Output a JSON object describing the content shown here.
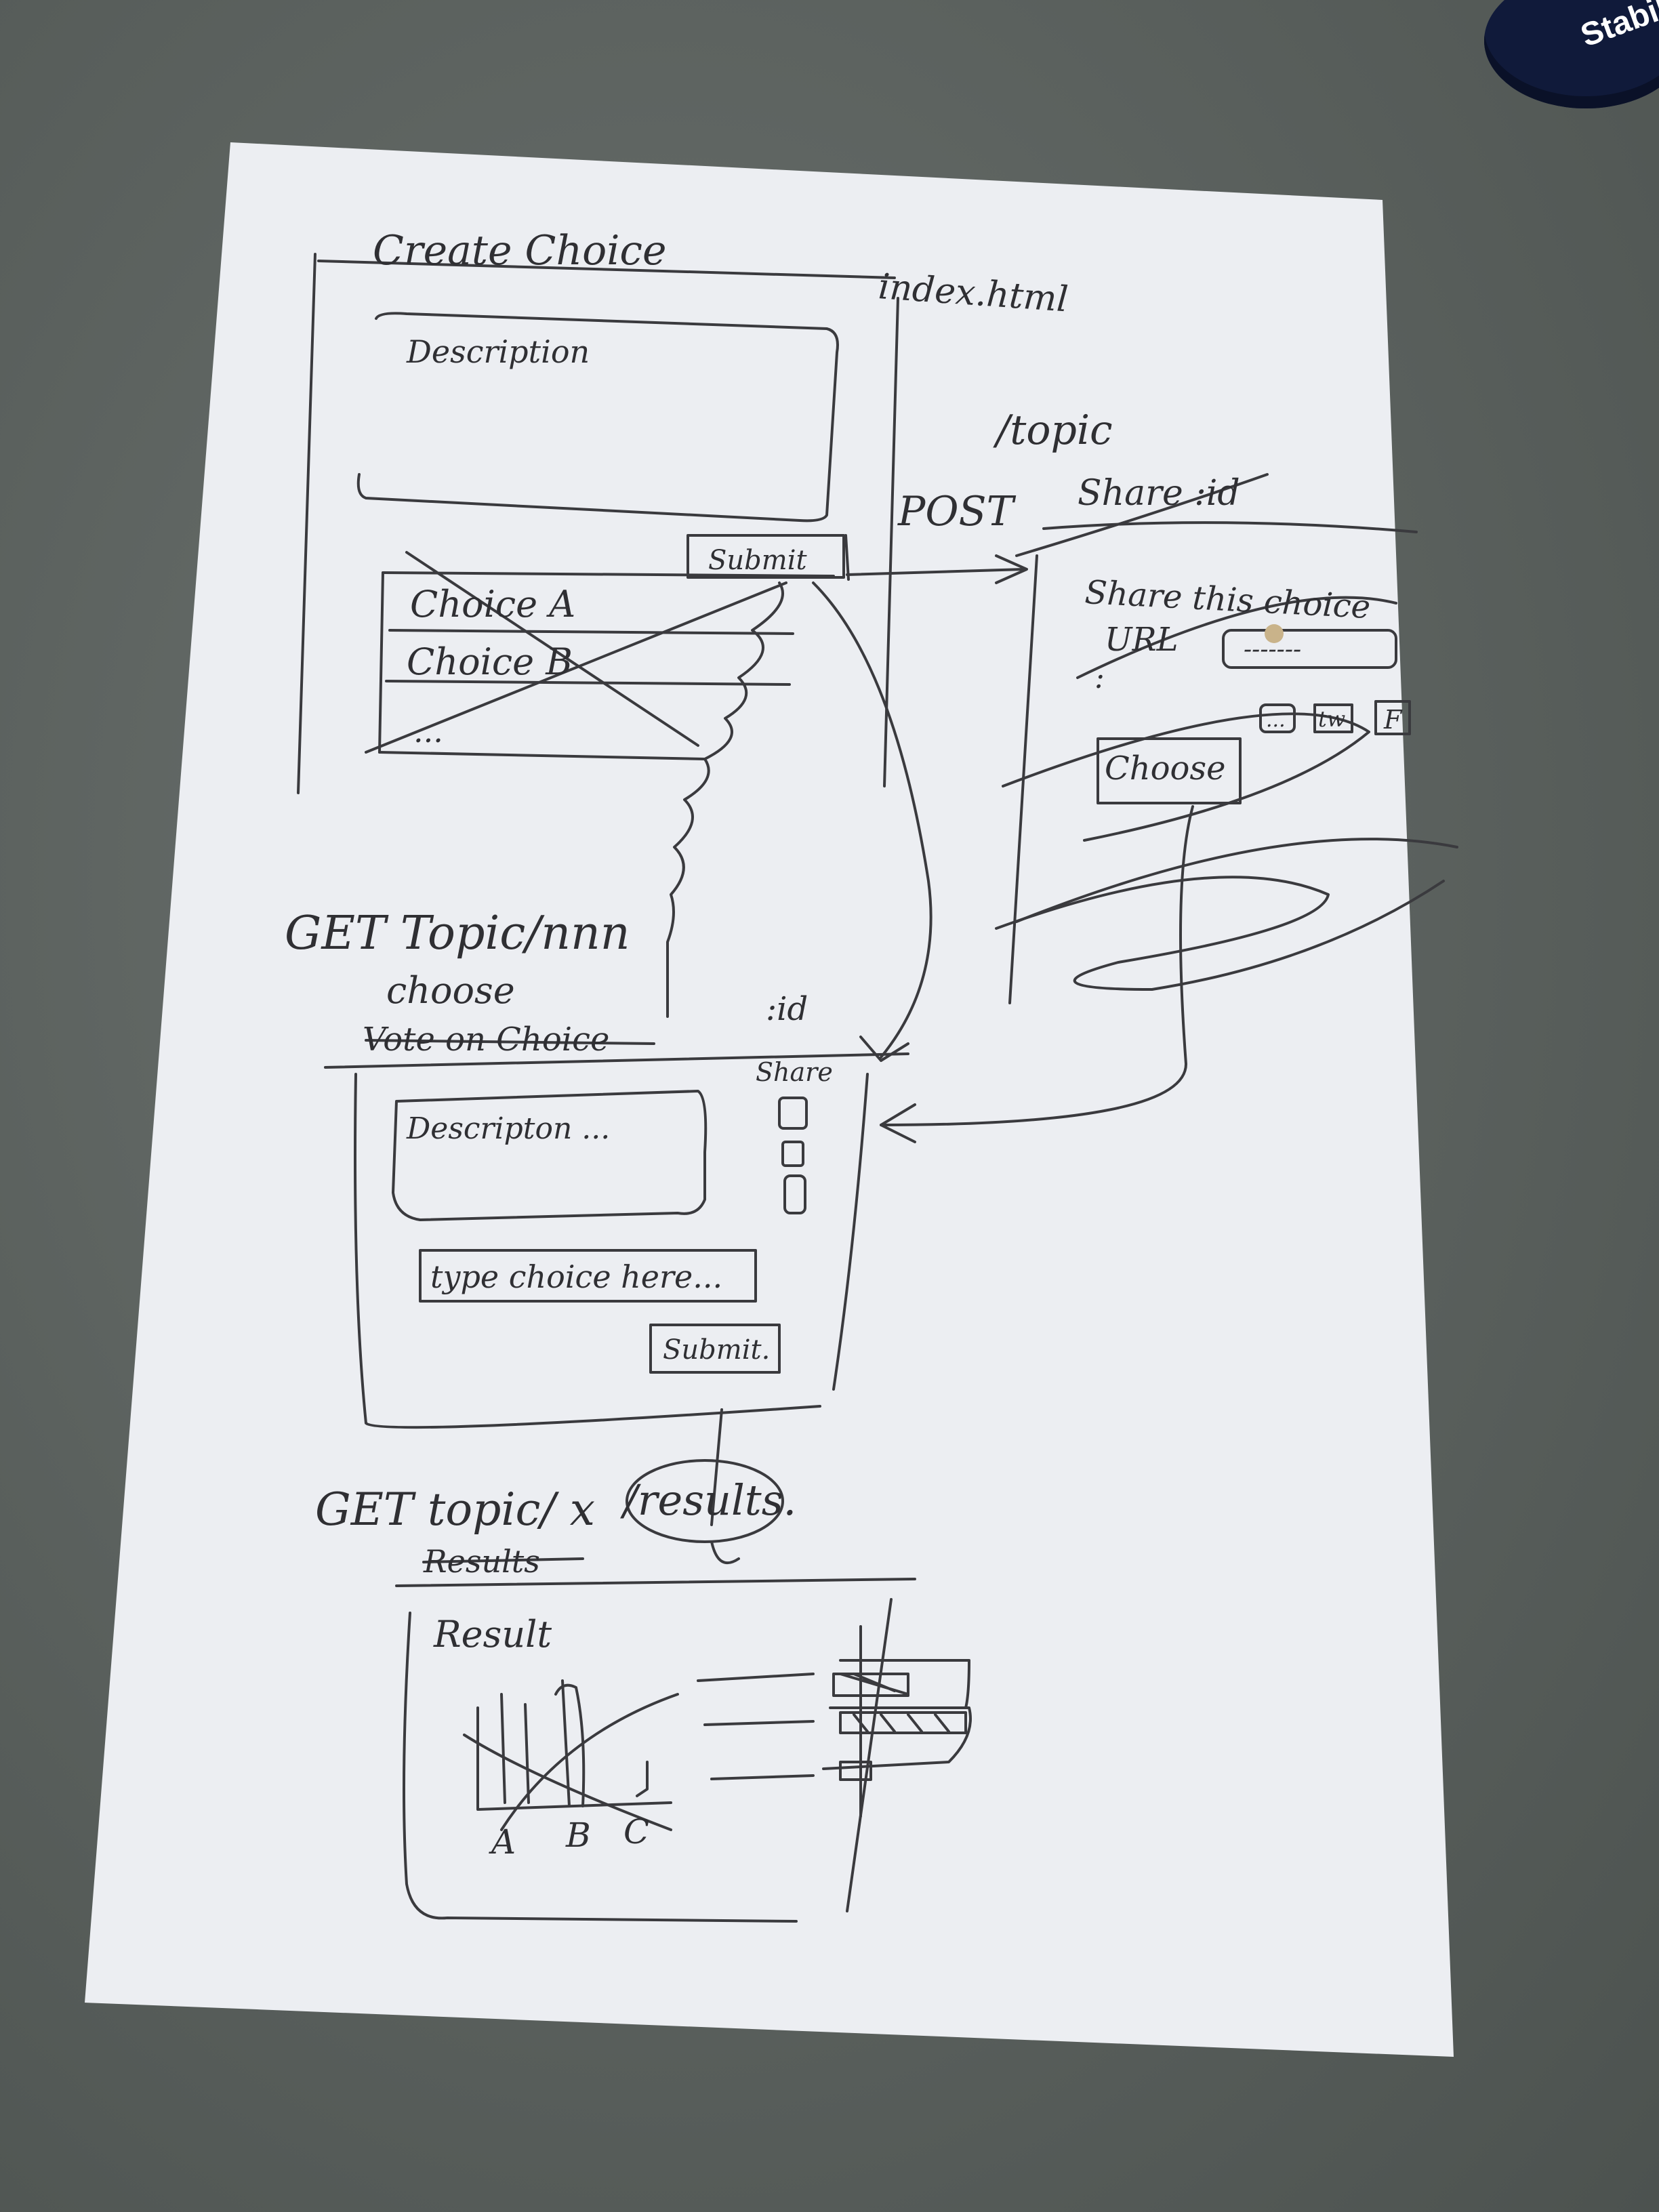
{
  "cap_brand": "Stabilo",
  "page_header": {
    "left": "Create Choice",
    "right": "index.html"
  },
  "create_screen": {
    "description": "Description",
    "submit": "Submit",
    "choices": [
      "Choice A",
      "Choice B",
      "..."
    ]
  },
  "topic_screen": {
    "route_method": "POST",
    "route": "/topic",
    "share_route": "Share   :id",
    "share_text": "Share this choice",
    "url_label": "URL",
    "url_placeholder": "-------",
    "ellipsis": ":",
    "social_buttons": [
      "...",
      "tw",
      "F"
    ],
    "choose_button": "Choose"
  },
  "choose_screen": {
    "route": "GET Topic/nnn",
    "subtitle": "choose",
    "struck": "Vote on Choice",
    "id_label": ":id",
    "share_label": "Share",
    "description": "Descripton ...",
    "type_choice": "type choice here...",
    "submit": "Submit."
  },
  "results_screen": {
    "route_prefix": "GET  topic/ x",
    "route_circled": "/results.",
    "struck": "Results",
    "title": "Result",
    "axis_labels": [
      "A",
      "B",
      "C"
    ]
  }
}
